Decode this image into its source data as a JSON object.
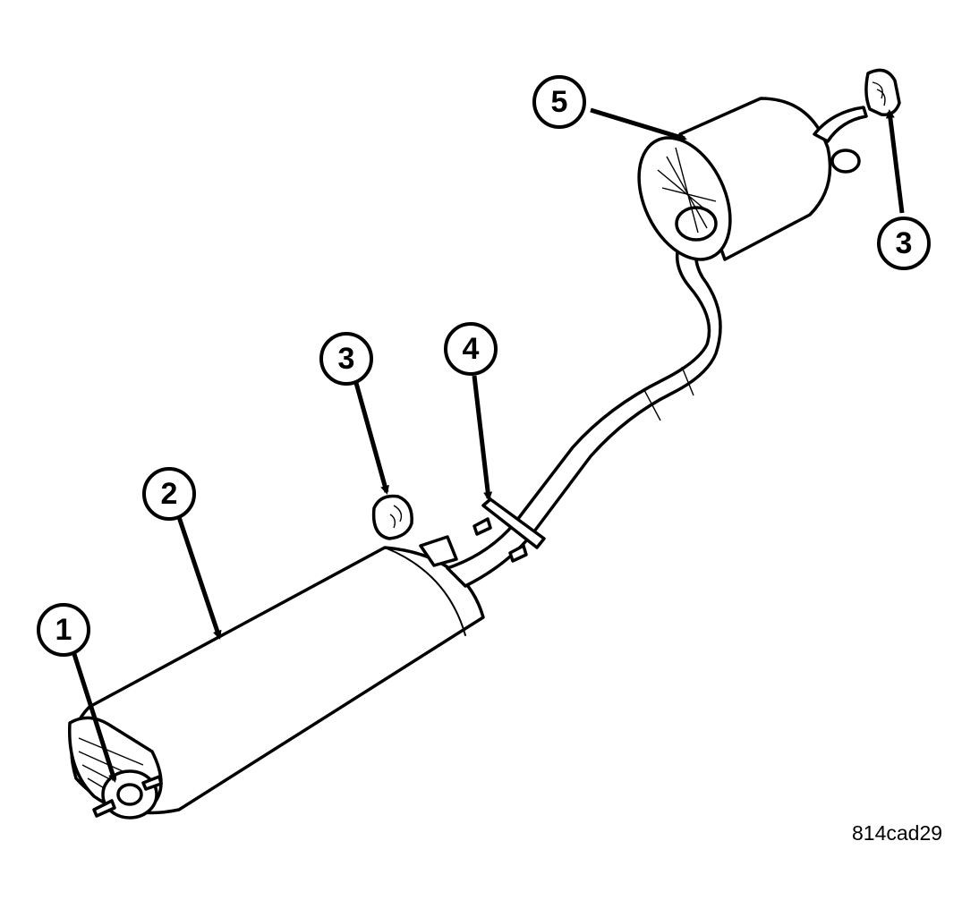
{
  "callouts": [
    {
      "id": "1",
      "label": "1"
    },
    {
      "id": "2",
      "label": "2"
    },
    {
      "id": "3a",
      "label": "3"
    },
    {
      "id": "3b",
      "label": "3"
    },
    {
      "id": "4",
      "label": "4"
    },
    {
      "id": "5",
      "label": "5"
    }
  ],
  "figure_code": "814cad29"
}
